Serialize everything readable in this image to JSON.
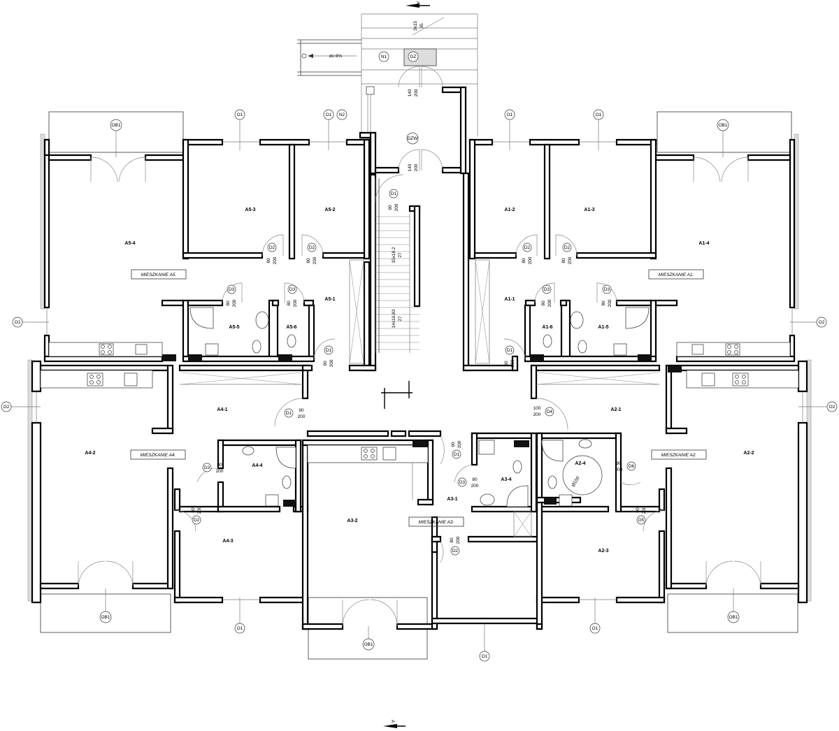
{
  "plan": {
    "rooms": [
      "A5-4",
      "A5-3",
      "A5-2",
      "A5-1",
      "A5-5",
      "A5-6",
      "A1-2",
      "A1-3",
      "A1-4",
      "A1-1",
      "A1-6",
      "A1-5",
      "A4-1",
      "A4-2",
      "A4-3",
      "A4-4",
      "A3-1",
      "A3-2",
      "A3-4",
      "A2-1",
      "A2-2",
      "A2-3",
      "A2-4"
    ],
    "apartments": [
      "MIESZKANIE A5.",
      "MIESZKANIE A1.",
      "MIESZKANIE A4.",
      "MIESZKANIE A3.",
      "MIESZKANIE A2."
    ],
    "tags": [
      "N1",
      "DZ",
      "N2",
      "DZW",
      "D1",
      "D2",
      "D3",
      "D4",
      "D5",
      "D6",
      "O1",
      "O2",
      "OB1"
    ],
    "dims": {
      "d140_200": [
        "140",
        "200"
      ],
      "d90_200": [
        "90",
        "200"
      ],
      "d80_200": [
        "80",
        "200"
      ],
      "d100_200": [
        "100",
        "200"
      ],
      "stair1": [
        "15x18.2",
        "27"
      ],
      "stair2": [
        "14x16.83",
        "27"
      ],
      "steps": [
        "3x15",
        "35"
      ],
      "ramp": "do 8%",
      "diam": "Ø150"
    },
    "section": "A"
  }
}
